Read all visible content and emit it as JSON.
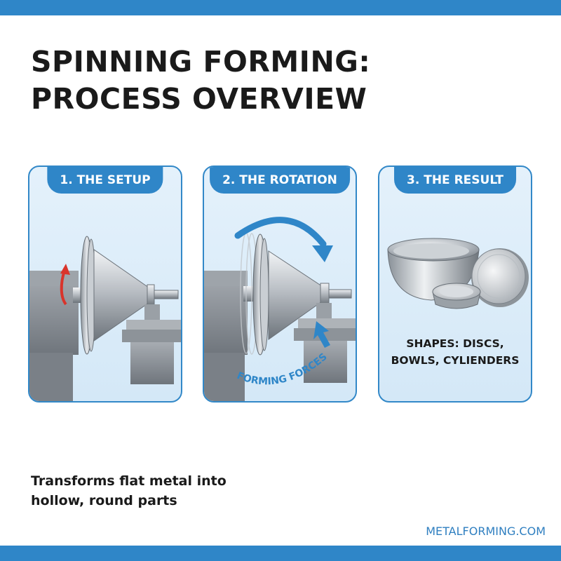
{
  "header": {
    "title_line1": "SPINNING FORMING:",
    "title_line2": "PROCESS OVERVIEW"
  },
  "steps": [
    {
      "label": "1. THE SETUP"
    },
    {
      "label": "2. THE ROTATION",
      "annotation": "FORMING FORCES"
    },
    {
      "label": "3. THE RESULT",
      "note_line1": "SHAPES: DISCS,",
      "note_line2": "BOWLS, CYLIENDERS"
    }
  ],
  "footer": {
    "caption_line1": "Transforms flat metal into",
    "caption_line2": "hollow, round parts",
    "site": "METALFORMING.COM"
  },
  "colors": {
    "accent": "#2f86c8",
    "motion_arrow": "#d9342b",
    "panel_bg": "#dcecf8",
    "text": "#1a1a1a"
  },
  "icons": [
    "lathe-icon",
    "rotation-arrow-icon",
    "bowl-icon",
    "disc-icon",
    "cylinder-icon"
  ]
}
